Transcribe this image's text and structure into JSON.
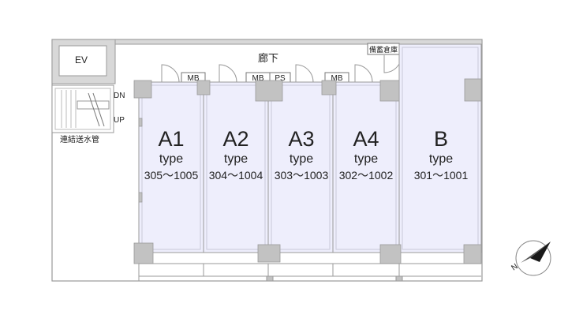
{
  "labels": {
    "corridor": "廊下",
    "elevator": "EV",
    "storage": "備蓄倉庫",
    "stair_down": "DN",
    "stair_up": "UP",
    "standpipe": "連結送水管",
    "mb": "MB",
    "ps": "PS",
    "compass_n": "N"
  },
  "units": [
    {
      "name": "A1",
      "type_label": "type",
      "range": "305～1005"
    },
    {
      "name": "A2",
      "type_label": "type",
      "range": "304～1004"
    },
    {
      "name": "A3",
      "type_label": "type",
      "range": "303～1003"
    },
    {
      "name": "A4",
      "type_label": "type",
      "range": "302～1002"
    },
    {
      "name": "B",
      "type_label": "type",
      "range": "301～1001"
    }
  ],
  "colors": {
    "unit_fill": "#eeeefc",
    "column": "#c2c2c2",
    "wall": "#9a9a9a",
    "text": "#222222",
    "compass": "#1a1a1a"
  }
}
